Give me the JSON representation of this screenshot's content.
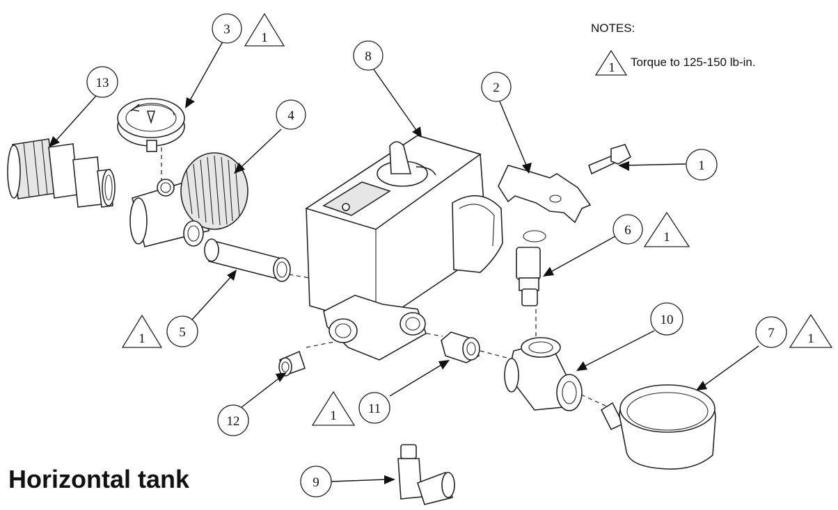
{
  "title": "Horizontal tank",
  "notes": {
    "heading": "NOTES:",
    "items": [
      {
        "symbol": "1",
        "text": "Torque to 125-150 lb-in."
      }
    ]
  },
  "callouts": [
    {
      "id": "1",
      "label": "1"
    },
    {
      "id": "2",
      "label": "2"
    },
    {
      "id": "3",
      "label": "3"
    },
    {
      "id": "4",
      "label": "4"
    },
    {
      "id": "5",
      "label": "5"
    },
    {
      "id": "6",
      "label": "6"
    },
    {
      "id": "7",
      "label": "7"
    },
    {
      "id": "8",
      "label": "8"
    },
    {
      "id": "9",
      "label": "9"
    },
    {
      "id": "10",
      "label": "10"
    },
    {
      "id": "11",
      "label": "11"
    },
    {
      "id": "12",
      "label": "12"
    },
    {
      "id": "13",
      "label": "13"
    }
  ],
  "torque_flags": [
    {
      "for": "3",
      "symbol": "1"
    },
    {
      "for": "5",
      "symbol": "1"
    },
    {
      "for": "6",
      "symbol": "1"
    },
    {
      "for": "7",
      "symbol": "1"
    },
    {
      "for": "11",
      "symbol": "1"
    }
  ]
}
